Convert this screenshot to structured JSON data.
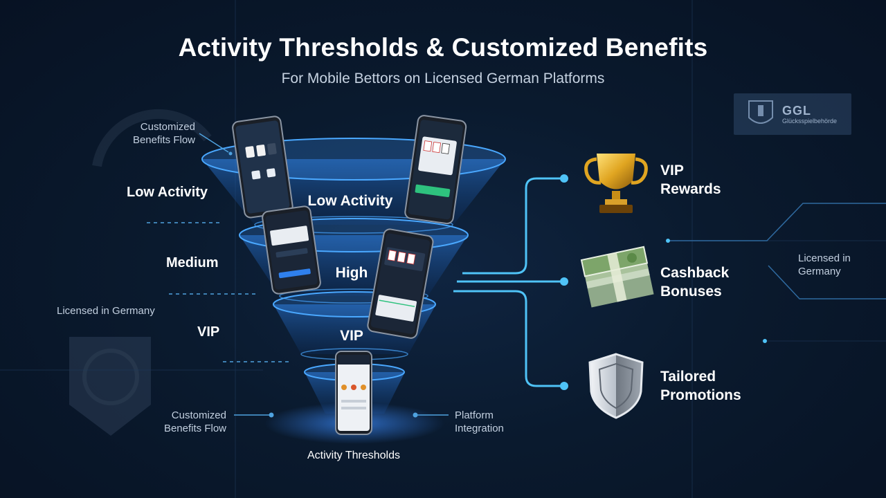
{
  "header": {
    "title": "Activity Thresholds & Customized Benefits",
    "subtitle": "For Mobile Bettors on Licensed German Platforms"
  },
  "watermark": {
    "ggl_text": "GGL",
    "ggl_subtext": "Glücksspielbehörde"
  },
  "left_labels": {
    "flow_top": [
      "Customized",
      "Benefits Flow"
    ],
    "tiers": [
      "Low Activity",
      "Medium",
      "VIP"
    ],
    "licensed": "Licensed in Germany",
    "flow_bottom": [
      "Customized",
      "Benefits Flow"
    ]
  },
  "funnel": {
    "levels": [
      "Low Activity",
      "High",
      "VIP"
    ],
    "base_label": "Activity Thresholds"
  },
  "right_of_funnel": [
    "Platform",
    "Integration"
  ],
  "benefits": [
    {
      "lines": [
        "VIP",
        "Rewards"
      ],
      "icon": "trophy-icon"
    },
    {
      "lines": [
        "Cashback",
        "Bonuses"
      ],
      "icon": "cash-stack-icon"
    },
    {
      "lines": [
        "Tailored",
        "Promotions"
      ],
      "icon": "shield-icon"
    }
  ],
  "right_licensed": [
    "Licensed in",
    "Germany"
  ],
  "colors": {
    "accent": "#4fc3f7",
    "funnel_glow": "#3aa0ff",
    "background": "#0a1a2e",
    "gold": "#e0a521",
    "cash_green": "#6fa25a",
    "silver": "#c9cfd6"
  }
}
